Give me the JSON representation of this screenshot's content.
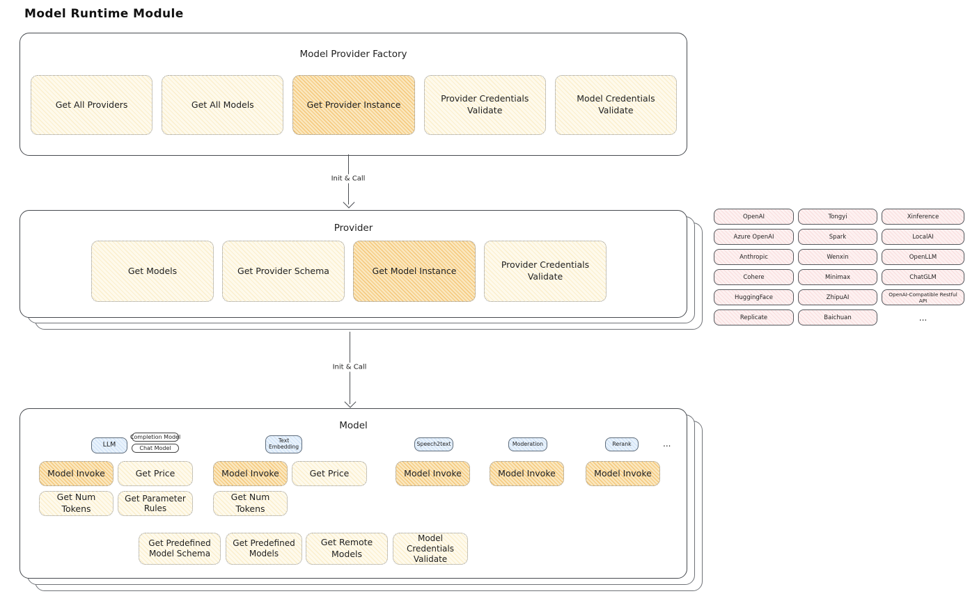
{
  "title": "Model Runtime Module",
  "colors": {
    "highlight_fill": "#FAE7BE",
    "button_fill": "#FEFAEC",
    "provider_pill_fill": "#FDF1F1",
    "type_tag_fill": "#E8F2FC",
    "border_dark": "#46494e"
  },
  "factory": {
    "title": "Model Provider Factory",
    "buttons": [
      {
        "label": "Get All Providers"
      },
      {
        "label": "Get All Models"
      },
      {
        "label": "Get Provider Instance"
      },
      {
        "label": "Provider Credentials Validate"
      },
      {
        "label": "Model Credentials Validate"
      }
    ]
  },
  "arrow1": {
    "label": "Init & Call"
  },
  "arrow2": {
    "label": "Init & Call"
  },
  "provider": {
    "title": "Provider",
    "buttons": [
      {
        "label": "Get Models"
      },
      {
        "label": "Get Provider Schema"
      },
      {
        "label": "Get Model Instance"
      },
      {
        "label": "Provider Credentials Validate"
      }
    ]
  },
  "model": {
    "title": "Model",
    "tags": {
      "llm": "LLM",
      "completion_model": "Completion Model",
      "chat_model": "Chat Model",
      "text_embedding": "Text Embedding",
      "speech2text": "Speech2text",
      "moderation": "Moderation",
      "rerank": "Rerank",
      "ellipsis": "..."
    },
    "llm_buttons": [
      "Model Invoke",
      "Get Price",
      "Get Num Tokens",
      "Get Parameter Rules"
    ],
    "embedding_buttons": [
      "Model Invoke",
      "Get Price",
      "Get Num Tokens"
    ],
    "speech2text_buttons": [
      "Model Invoke"
    ],
    "moderation_buttons": [
      "Model Invoke"
    ],
    "rerank_buttons": [
      "Model Invoke"
    ],
    "bottom_buttons": [
      "Get Predefined Model Schema",
      "Get Predefined Models",
      "Get Remote Models",
      "Model Credentials Validate"
    ]
  },
  "providers_grid": {
    "items": [
      "OpenAI",
      "Tongyi",
      "Xinference",
      "Azure OpenAI",
      "Spark",
      "LocalAI",
      "Anthropic",
      "Wenxin",
      "OpenLLM",
      "Cohere",
      "Minimax",
      "ChatGLM",
      "HuggingFace",
      "ZhipuAI",
      "OpenAI-Compatible Restful API",
      "Replicate",
      "Baichuan"
    ],
    "ellipsis": "..."
  }
}
